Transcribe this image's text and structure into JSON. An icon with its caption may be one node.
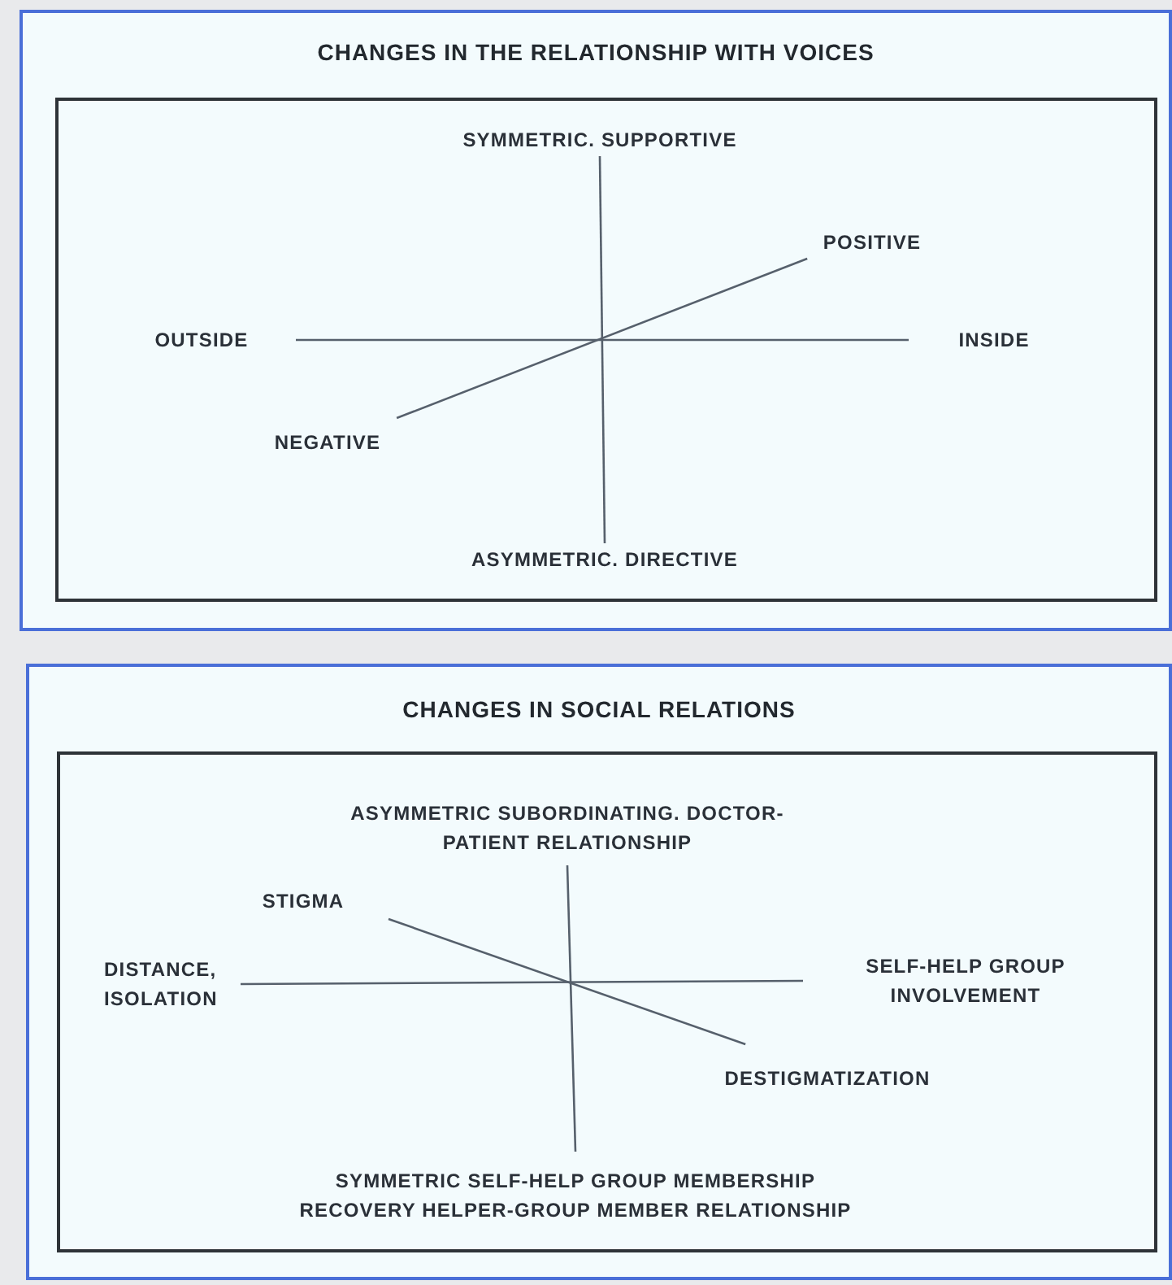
{
  "diagram": {
    "nodes": [
      {
        "text": [
          "CHANGES IN THE RELATIONSHIP WITH VOICES"
        ]
      },
      {
        "text": [],
        "shape": "box",
        "in": 0
      },
      {
        "text": [
          "SYMMETRIC. SUPPORTIVE"
        ],
        "in": 1
      },
      {
        "text": [
          "POSITIVE"
        ],
        "in": 1
      },
      {
        "text": [
          "OUTSIDE"
        ],
        "in": 1
      },
      {
        "text": [
          "INSIDE"
        ],
        "in": 1
      },
      {
        "text": [
          "NEGATIVE"
        ],
        "in": 1
      },
      {
        "text": [
          "ASYMMETRIC. DIRECTIVE"
        ],
        "in": 1
      },
      {
        "text": [
          "CHANGES IN SOCIAL RELATIONS"
        ]
      },
      {
        "text": [],
        "shape": "box",
        "in": 8
      },
      {
        "text": [
          "ASYMMETRIC SUBORDINATING. DOCTOR-PATIENT RELATIONSHIP"
        ],
        "in": 9
      },
      {
        "text": [
          "STIGMA"
        ],
        "in": 9
      },
      {
        "text": [
          "DISTANCE, ISOLATION"
        ],
        "in": 9
      },
      {
        "text": [
          "SELF-HELP GROUP INVOLVEMENT"
        ],
        "in": 9
      },
      {
        "text": [
          "DESTIGMATIZATION"
        ],
        "in": 9
      },
      {
        "text": [
          "SYMMETRIC SELF-HELP GROUP MEMBERSHIP RECOVERY HELPER-GROUP MEMBER RELATIONSHIP"
        ],
        "in": 9
      }
    ],
    "edges": [
      {
        "from": 2,
        "to": 7,
        "arrow": "none"
      },
      {
        "from": 4,
        "to": 5,
        "arrow": "none"
      },
      {
        "from": 6,
        "to": 3,
        "arrow": "none"
      },
      {
        "from": 10,
        "to": 15,
        "arrow": "none"
      },
      {
        "from": 12,
        "to": 13,
        "arrow": "none"
      },
      {
        "from": 11,
        "to": 14,
        "arrow": "none"
      }
    ]
  }
}
